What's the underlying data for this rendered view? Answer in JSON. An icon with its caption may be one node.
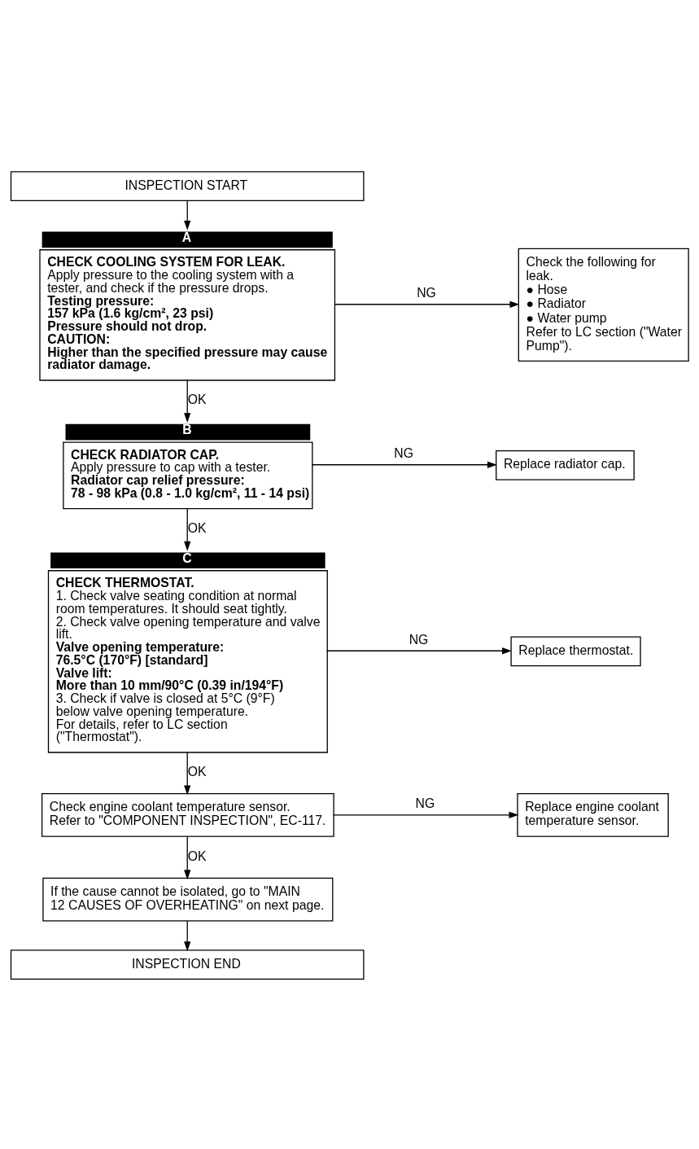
{
  "diagram": {
    "nodes": [
      {
        "text": [
          "INSPECTION START"
        ]
      },
      {
        "text": [
          "CHECK COOLING SYSTEM FOR LEAK.",
          "Apply pressure to the cooling system with a tester, and check if the pressure drops.",
          "Testing pressure:",
          "157 kPa (1.6 kg/cm², 23 psi)",
          "Pressure should not drop.",
          "CAUTION:",
          "Higher than the specified pressure may cause radiator damage."
        ],
        "beside": [
          "A"
        ]
      },
      {
        "text": [
          "Check the following for leak.",
          "● Hose",
          "● Radiator",
          "● Water pump",
          "Refer to LC section (\"Water Pump\")."
        ]
      },
      {
        "text": [
          "CHECK RADIATOR CAP.",
          "Apply pressure to cap with a tester.",
          "Radiator cap relief pressure:",
          "78 - 98 kPa (0.8 - 1.0 kg/cm², 11 - 14 psi)"
        ],
        "beside": [
          "B"
        ]
      },
      {
        "text": [
          "Replace radiator cap."
        ]
      },
      {
        "text": [
          "CHECK THERMOSTAT.",
          "1. Check valve seating condition at normal room temperatures. It should seat tightly.",
          "2. Check valve opening temperature and valve lift.",
          "Valve opening temperature:",
          "76.5°C (170°F) [standard]",
          "Valve lift:",
          "More than 10 mm/90°C (0.39 in/194°F)",
          "3. Check if valve is closed at 5°C (9°F) below valve opening temperature.",
          "For details, refer to LC section (\"Thermostat\")."
        ],
        "beside": [
          "C"
        ]
      },
      {
        "text": [
          "Replace thermostat."
        ]
      },
      {
        "text": [
          "Check engine coolant temperature sensor. Refer to \"COMPONENT INSPECTION\", EC-117."
        ]
      },
      {
        "text": [
          "Replace engine coolant temperature sensor."
        ]
      },
      {
        "text": [
          "If the cause cannot be isolated, go to \"MAIN 12 CAUSES OF OVERHEATING\" on next page."
        ]
      },
      {
        "text": [
          "INSPECTION END"
        ]
      }
    ],
    "edges": [
      {
        "from": 0,
        "to": 1,
        "arrow": "to"
      },
      {
        "from": 1,
        "to": 2,
        "arrow": "to",
        "label": "NG"
      },
      {
        "from": 1,
        "to": 3,
        "arrow": "to",
        "label": "OK"
      },
      {
        "from": 3,
        "to": 4,
        "arrow": "to",
        "label": "NG"
      },
      {
        "from": 3,
        "to": 5,
        "arrow": "to",
        "label": "OK"
      },
      {
        "from": 5,
        "to": 6,
        "arrow": "to",
        "label": "NG"
      },
      {
        "from": 5,
        "to": 7,
        "arrow": "to",
        "label": "OK"
      },
      {
        "from": 7,
        "to": 8,
        "arrow": "to",
        "label": "NG"
      },
      {
        "from": 7,
        "to": 9,
        "arrow": "to",
        "label": "OK"
      },
      {
        "from": 9,
        "to": 10,
        "arrow": "to"
      }
    ]
  }
}
